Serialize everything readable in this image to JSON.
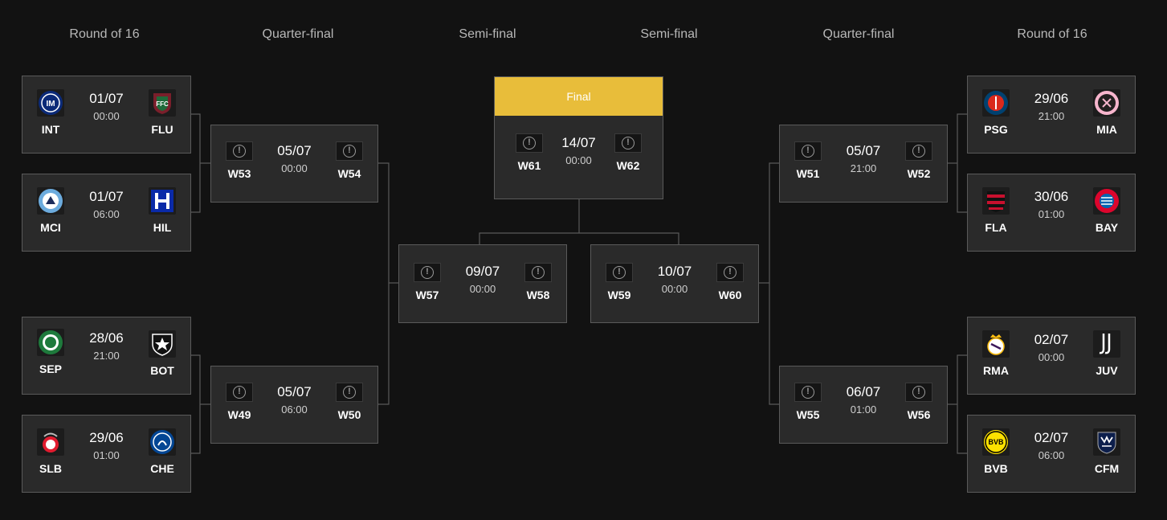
{
  "colors": {
    "background": "#121212",
    "card": "#2a2a2a",
    "border": "#5a5a5a",
    "final_accent": "#e8bd3a"
  },
  "titles": {
    "r16_left": "Round of 16",
    "qf_left": "Quarter-final",
    "sf_left": "Semi-final",
    "sf_right": "Semi-final",
    "qf_right": "Quarter-final",
    "r16_right": "Round of 16"
  },
  "final": {
    "label": "Final",
    "date": "14/07",
    "time": "00:00",
    "home": "W61",
    "away": "W62",
    "home_icon": "unknown-icon",
    "away_icon": "unknown-icon"
  },
  "r16_left": [
    {
      "date": "01/07",
      "time": "00:00",
      "home": "INT",
      "away": "FLU",
      "home_icon": "inter-crest-icon",
      "away_icon": "fluminense-crest-icon"
    },
    {
      "date": "01/07",
      "time": "06:00",
      "home": "MCI",
      "away": "HIL",
      "home_icon": "man-city-crest-icon",
      "away_icon": "al-hilal-crest-icon"
    },
    {
      "date": "28/06",
      "time": "21:00",
      "home": "SEP",
      "away": "BOT",
      "home_icon": "palmeiras-crest-icon",
      "away_icon": "botafogo-crest-icon"
    },
    {
      "date": "29/06",
      "time": "01:00",
      "home": "SLB",
      "away": "CHE",
      "home_icon": "benfica-crest-icon",
      "away_icon": "chelsea-crest-icon"
    }
  ],
  "qf_left": [
    {
      "date": "05/07",
      "time": "00:00",
      "home": "W53",
      "away": "W54"
    },
    {
      "date": "05/07",
      "time": "06:00",
      "home": "W49",
      "away": "W50"
    }
  ],
  "sf": [
    {
      "date": "09/07",
      "time": "00:00",
      "home": "W57",
      "away": "W58"
    },
    {
      "date": "10/07",
      "time": "00:00",
      "home": "W59",
      "away": "W60"
    }
  ],
  "qf_right": [
    {
      "date": "05/07",
      "time": "21:00",
      "home": "W51",
      "away": "W52"
    },
    {
      "date": "06/07",
      "time": "01:00",
      "home": "W55",
      "away": "W56"
    }
  ],
  "r16_right": [
    {
      "date": "29/06",
      "time": "21:00",
      "home": "PSG",
      "away": "MIA",
      "home_icon": "psg-crest-icon",
      "away_icon": "inter-miami-crest-icon"
    },
    {
      "date": "30/06",
      "time": "01:00",
      "home": "FLA",
      "away": "BAY",
      "home_icon": "flamengo-crest-icon",
      "away_icon": "bayern-crest-icon"
    },
    {
      "date": "02/07",
      "time": "00:00",
      "home": "RMA",
      "away": "JUV",
      "home_icon": "real-madrid-crest-icon",
      "away_icon": "juventus-crest-icon"
    },
    {
      "date": "02/07",
      "time": "06:00",
      "home": "BVB",
      "away": "CFM",
      "home_icon": "dortmund-crest-icon",
      "away_icon": "monterrey-crest-icon"
    }
  ]
}
